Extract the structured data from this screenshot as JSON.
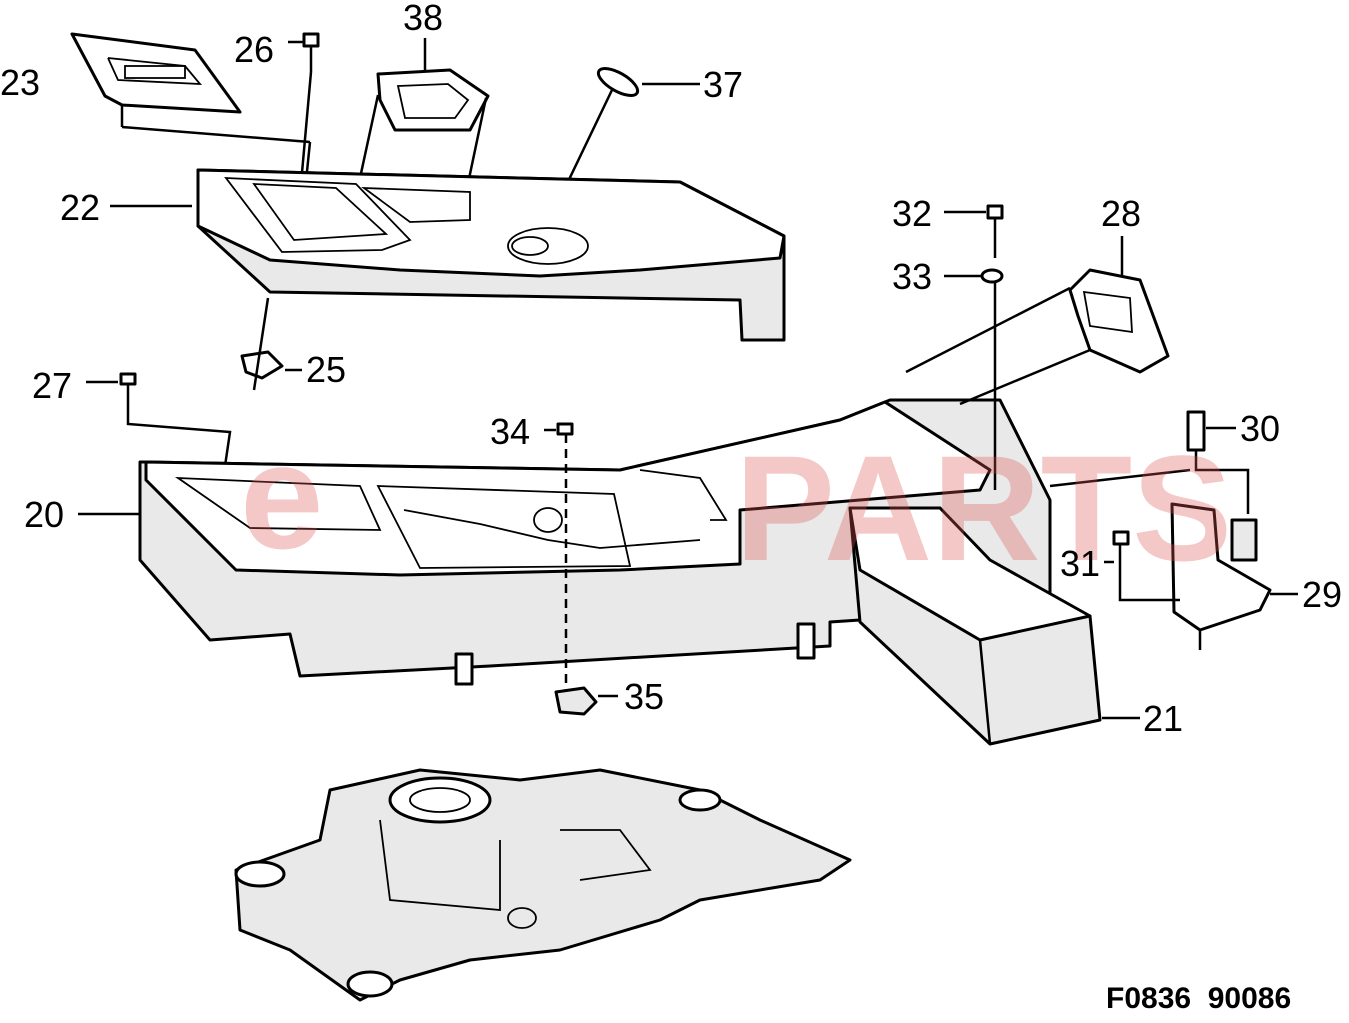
{
  "diagram": {
    "figure_code": "F0836  90086",
    "watermark": {
      "text_left": "e",
      "text_right": "PARTS",
      "color": "#d9534f"
    },
    "callouts": [
      {
        "id": "20",
        "label": "20"
      },
      {
        "id": "21",
        "label": "21"
      },
      {
        "id": "22",
        "label": "22"
      },
      {
        "id": "23",
        "label": "23"
      },
      {
        "id": "25",
        "label": "25"
      },
      {
        "id": "26",
        "label": "26"
      },
      {
        "id": "27",
        "label": "27"
      },
      {
        "id": "28",
        "label": "28"
      },
      {
        "id": "29",
        "label": "29"
      },
      {
        "id": "30",
        "label": "30"
      },
      {
        "id": "31",
        "label": "31"
      },
      {
        "id": "32",
        "label": "32"
      },
      {
        "id": "33",
        "label": "33"
      },
      {
        "id": "34",
        "label": "34"
      },
      {
        "id": "35",
        "label": "35"
      },
      {
        "id": "37",
        "label": "37"
      },
      {
        "id": "38",
        "label": "38"
      }
    ]
  }
}
